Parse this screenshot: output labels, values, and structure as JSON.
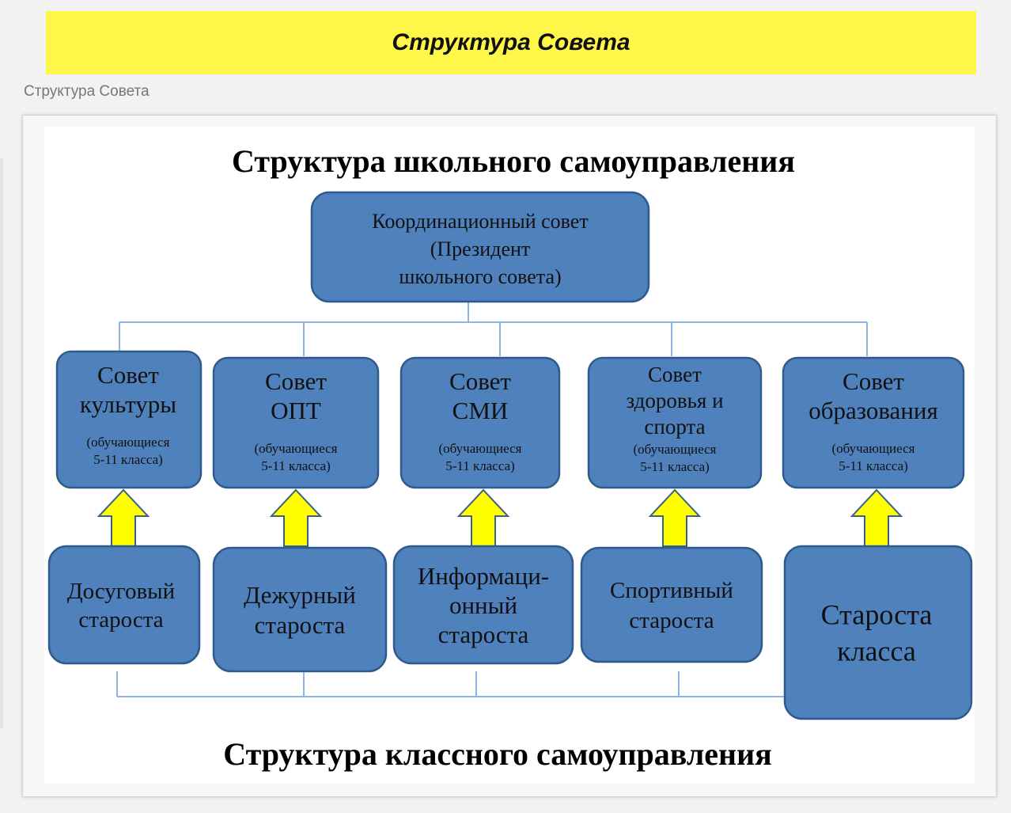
{
  "page": {
    "banner_title": "Структура Совета",
    "caption": "Структура Совета"
  },
  "diagram": {
    "top_heading": "Структура школьного  самоуправления",
    "bottom_heading": "Структура классного  самоуправления",
    "root": {
      "lines": [
        "Координационный совет",
        "(Президент",
        "школьного совета)"
      ]
    },
    "councils": [
      {
        "lines": [
          "Совет",
          "культуры"
        ],
        "note": [
          "(обучающиеся",
          "5-11 класса)"
        ]
      },
      {
        "lines": [
          "Совет",
          "ОПТ"
        ],
        "note": [
          "(обучающиеся",
          "5-11 класса)"
        ]
      },
      {
        "lines": [
          "Совет",
          "СМИ"
        ],
        "note": [
          "(обучающиеся",
          "5-11 класса)"
        ]
      },
      {
        "lines": [
          "Совет",
          "здоровья и",
          "спорта"
        ],
        "note": [
          "(обучающиеся",
          "5-11 класса)"
        ]
      },
      {
        "lines": [
          "Совет",
          "образования"
        ],
        "note": [
          "(обучающиеся",
          "5-11 класса)"
        ]
      }
    ],
    "leaders": [
      {
        "lines": [
          "Досуговый",
          "староста"
        ]
      },
      {
        "lines": [
          "Дежурный",
          "староста"
        ]
      },
      {
        "lines": [
          "Информаци-",
          "онный",
          "староста"
        ]
      },
      {
        "lines": [
          "Спортивный",
          "староста"
        ]
      },
      {
        "lines": [
          "Староста",
          "класса"
        ]
      }
    ],
    "colors": {
      "box_fill": "#4f81bd",
      "box_stroke": "#2f5b8c",
      "connector": "#8eb4e3",
      "arrow_fill": "#ffff00",
      "arrow_stroke": "#3a5f8c",
      "canvas": "#ffffff"
    }
  }
}
